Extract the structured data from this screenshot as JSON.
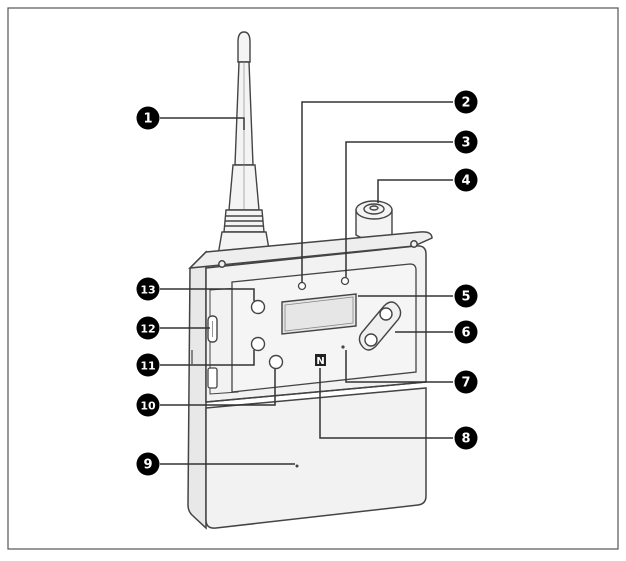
{
  "callouts": [
    {
      "id": 1,
      "label": "1"
    },
    {
      "id": 2,
      "label": "2"
    },
    {
      "id": 3,
      "label": "3"
    },
    {
      "id": 4,
      "label": "4"
    },
    {
      "id": 5,
      "label": "5"
    },
    {
      "id": 6,
      "label": "6"
    },
    {
      "id": 7,
      "label": "7"
    },
    {
      "id": 8,
      "label": "8"
    },
    {
      "id": 9,
      "label": "9"
    },
    {
      "id": 10,
      "label": "10"
    },
    {
      "id": 11,
      "label": "11"
    },
    {
      "id": 12,
      "label": "12"
    },
    {
      "id": 13,
      "label": "13"
    }
  ],
  "nfc_mark": "N",
  "colors": {
    "frame": "#555555",
    "body_fill": "#f2f2f2",
    "body_stroke": "#444444",
    "display_fill": "#e6e6e6",
    "callout_fill": "#000000",
    "callout_text": "#ffffff",
    "leader": "#333333"
  }
}
